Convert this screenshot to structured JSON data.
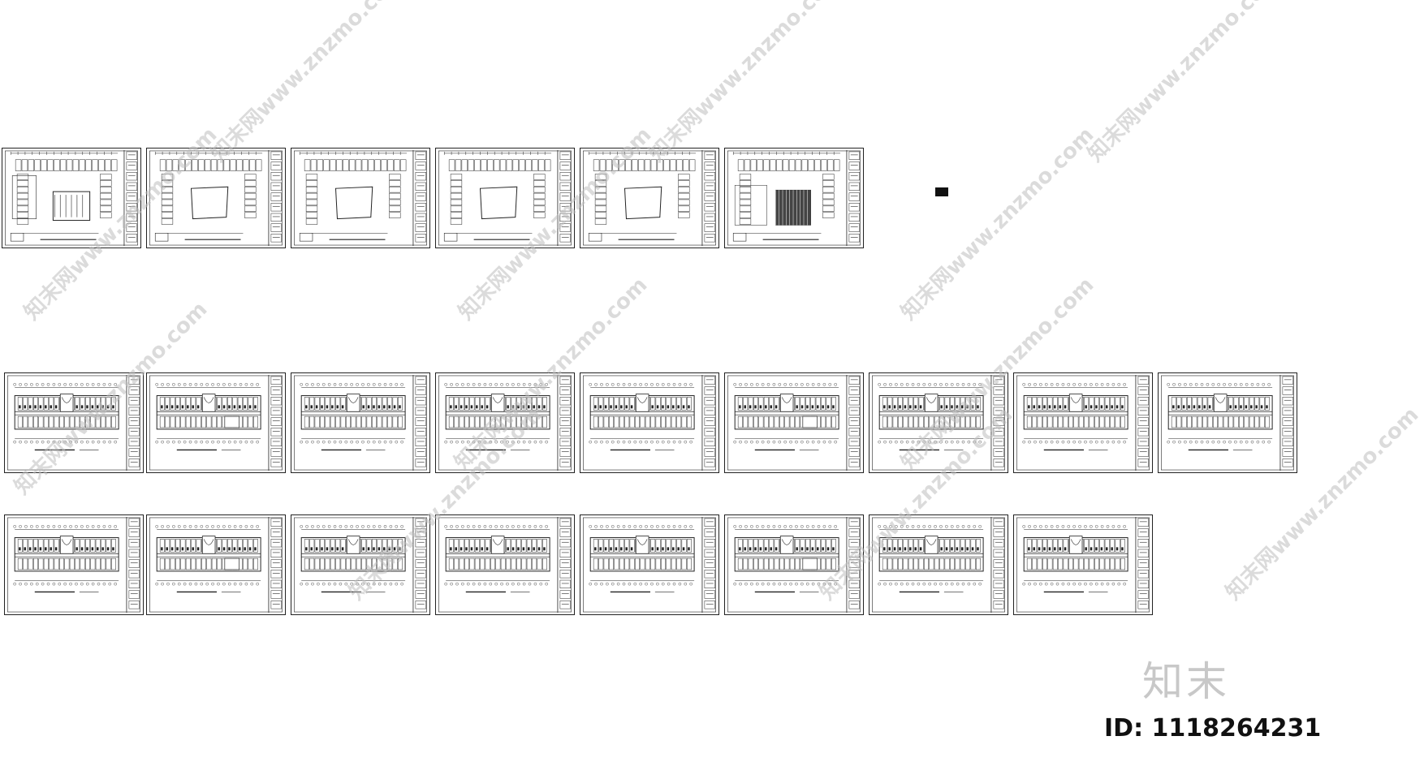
{
  "watermark": {
    "text": "知末网www.znzmo.com",
    "color": "#bebebe"
  },
  "brand": {
    "mark": "知末",
    "id_text": "ID: 1118264231"
  },
  "sheet_rows": [
    {
      "row": 1,
      "count": 6,
      "layout": "courtyard-plan"
    },
    {
      "row": 2,
      "count": 9,
      "layout": "corridor-plan"
    },
    {
      "row": 3,
      "count": 8,
      "layout": "corridor-plan"
    }
  ],
  "colors": {
    "line": "#222222",
    "background": "#ffffff",
    "watermark": "#bebebe"
  }
}
